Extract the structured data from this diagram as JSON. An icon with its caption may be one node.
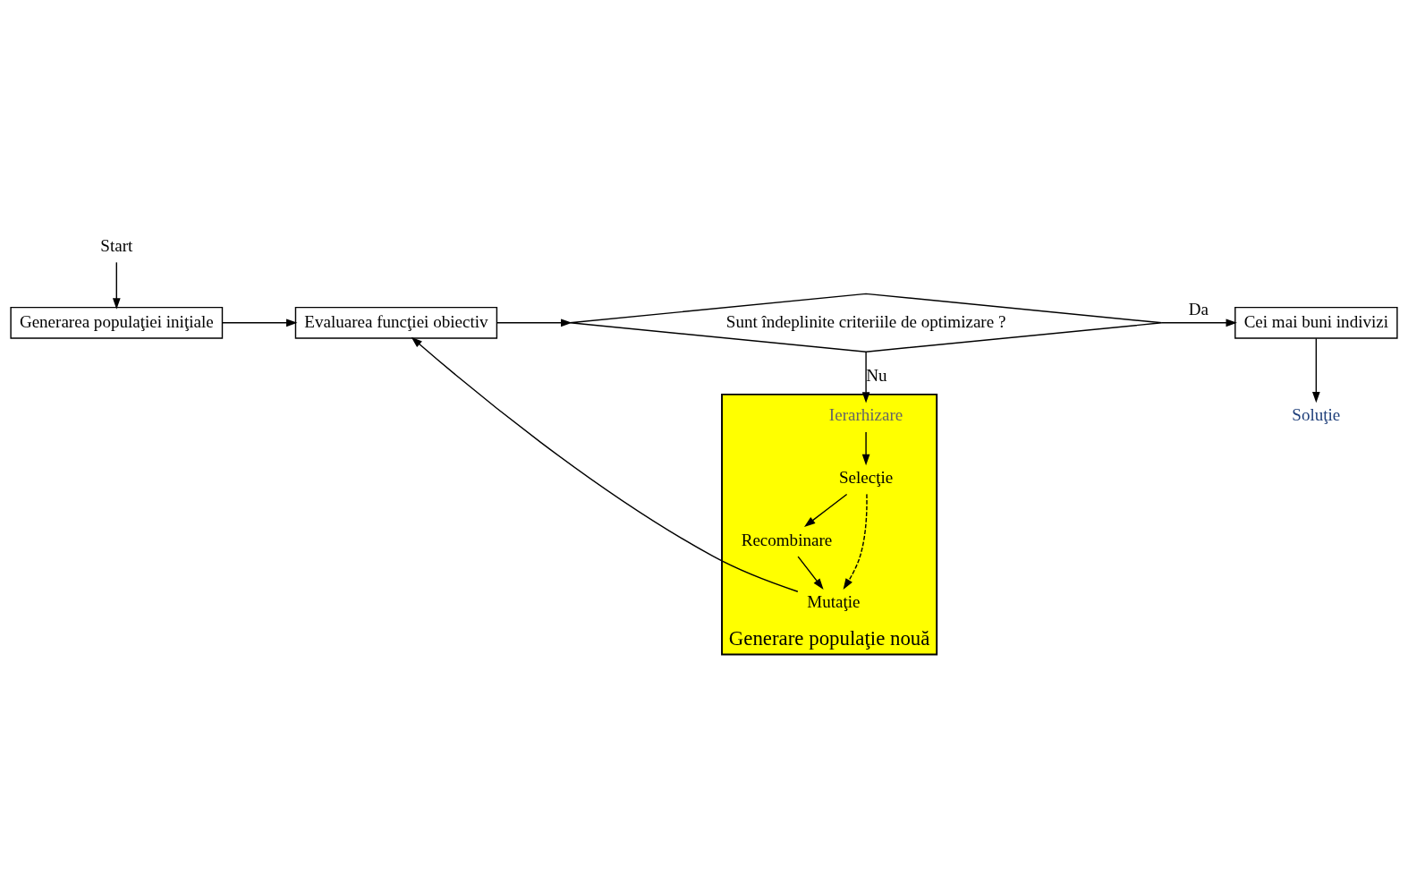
{
  "diagram": {
    "nodes": [
      {
        "text": [
          "Generarea populaţiei iniţiale"
        ]
      },
      {
        "text": [
          "Evaluarea funcţiei obiectiv"
        ]
      },
      {
        "text": [
          "Sunt îndeplinite criteriile de optimizare ?"
        ]
      },
      {
        "text": [
          "Cei mai buni indivizi"
        ]
      },
      {
        "text": [
          "Start"
        ]
      },
      {
        "text": [
          "Soluţie"
        ]
      },
      {
        "text": [
          "Generare populaţie nouă"
        ]
      },
      {
        "text": [
          "Ierarhizare"
        ],
        "in": 6
      },
      {
        "text": [
          "Selecţie"
        ],
        "in": 6
      },
      {
        "text": [
          "Recombinare"
        ],
        "in": 6
      },
      {
        "text": [
          "Mutaţie"
        ],
        "in": 6
      }
    ],
    "edges": [
      {
        "from": 4,
        "to": 0,
        "arrow": "to"
      },
      {
        "from": 0,
        "to": 1,
        "arrow": "to"
      },
      {
        "from": 1,
        "to": 2,
        "arrow": "to"
      },
      {
        "from": 2,
        "to": 3,
        "arrow": "to",
        "label": "Da"
      },
      {
        "from": 3,
        "to": 5,
        "arrow": "to"
      },
      {
        "from": 2,
        "to": 7,
        "arrow": "to",
        "label": "Nu"
      },
      {
        "from": 7,
        "to": 8,
        "arrow": "to"
      },
      {
        "from": 8,
        "to": 9,
        "arrow": "to"
      },
      {
        "from": 9,
        "to": 10,
        "arrow": "to"
      },
      {
        "from": 8,
        "to": 10,
        "arrow": "to",
        "style": "dashed"
      },
      {
        "from": 10,
        "to": 1,
        "arrow": "to"
      }
    ]
  }
}
